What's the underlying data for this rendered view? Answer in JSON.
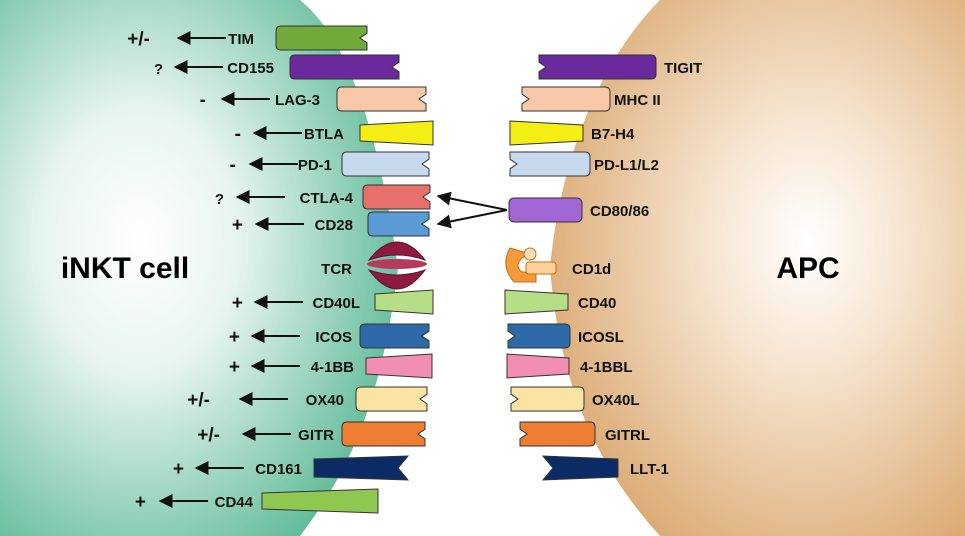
{
  "cells": {
    "left": {
      "label": "iNKT cell",
      "color": "#7fcbae"
    },
    "right": {
      "label": "APC",
      "color": "#e2b27f"
    }
  },
  "left_receptors": [
    {
      "label": "TIM",
      "effect": "+/-",
      "color": "#6faa3a"
    },
    {
      "label": "CD155",
      "effect": "?",
      "color": "#6a2a9c"
    },
    {
      "label": "LAG-3",
      "effect": "-",
      "color": "#f7c9a8"
    },
    {
      "label": "BTLA",
      "effect": "-",
      "color": "#f4ee14"
    },
    {
      "label": "PD-1",
      "effect": "-",
      "color": "#c7d9ec"
    },
    {
      "label": "CTLA-4",
      "effect": "?",
      "color": "#e8706a"
    },
    {
      "label": "CD28",
      "effect": "+",
      "color": "#5b9bd5"
    },
    {
      "label": "TCR",
      "effect": "",
      "color": "#8e1b3f"
    },
    {
      "label": "CD40L",
      "effect": "+",
      "color": "#b6de86"
    },
    {
      "label": "ICOS",
      "effect": "+",
      "color": "#2f6aa8"
    },
    {
      "label": "4-1BB",
      "effect": "+",
      "color": "#f28db4"
    },
    {
      "label": "OX40",
      "effect": "+/-",
      "color": "#fbe3a2"
    },
    {
      "label": "GITR",
      "effect": "+/-",
      "color": "#ed7d31"
    },
    {
      "label": "CD161",
      "effect": "+",
      "color": "#0b2b66"
    },
    {
      "label": "CD44",
      "effect": "+",
      "color": "#8fc851"
    }
  ],
  "right_ligands": [
    {
      "label": "TIGIT",
      "color": "#6a2a9c"
    },
    {
      "label": "MHC II",
      "color": "#f7c9a8"
    },
    {
      "label": "B7-H4",
      "color": "#f4ee14"
    },
    {
      "label": "PD-L1/L2",
      "color": "#c7d9ec"
    },
    {
      "label": "CD80/86",
      "color": "#a066d3"
    },
    {
      "label": "CD1d",
      "color": "#f59a3c"
    },
    {
      "label": "CD40",
      "color": "#b6de86"
    },
    {
      "label": "ICOSL",
      "color": "#2f6aa8"
    },
    {
      "label": "4-1BBL",
      "color": "#f28db4"
    },
    {
      "label": "OX40L",
      "color": "#fbe3a2"
    },
    {
      "label": "GITRL",
      "color": "#ed7d31"
    },
    {
      "label": "LLT-1",
      "color": "#0b2b66"
    }
  ]
}
